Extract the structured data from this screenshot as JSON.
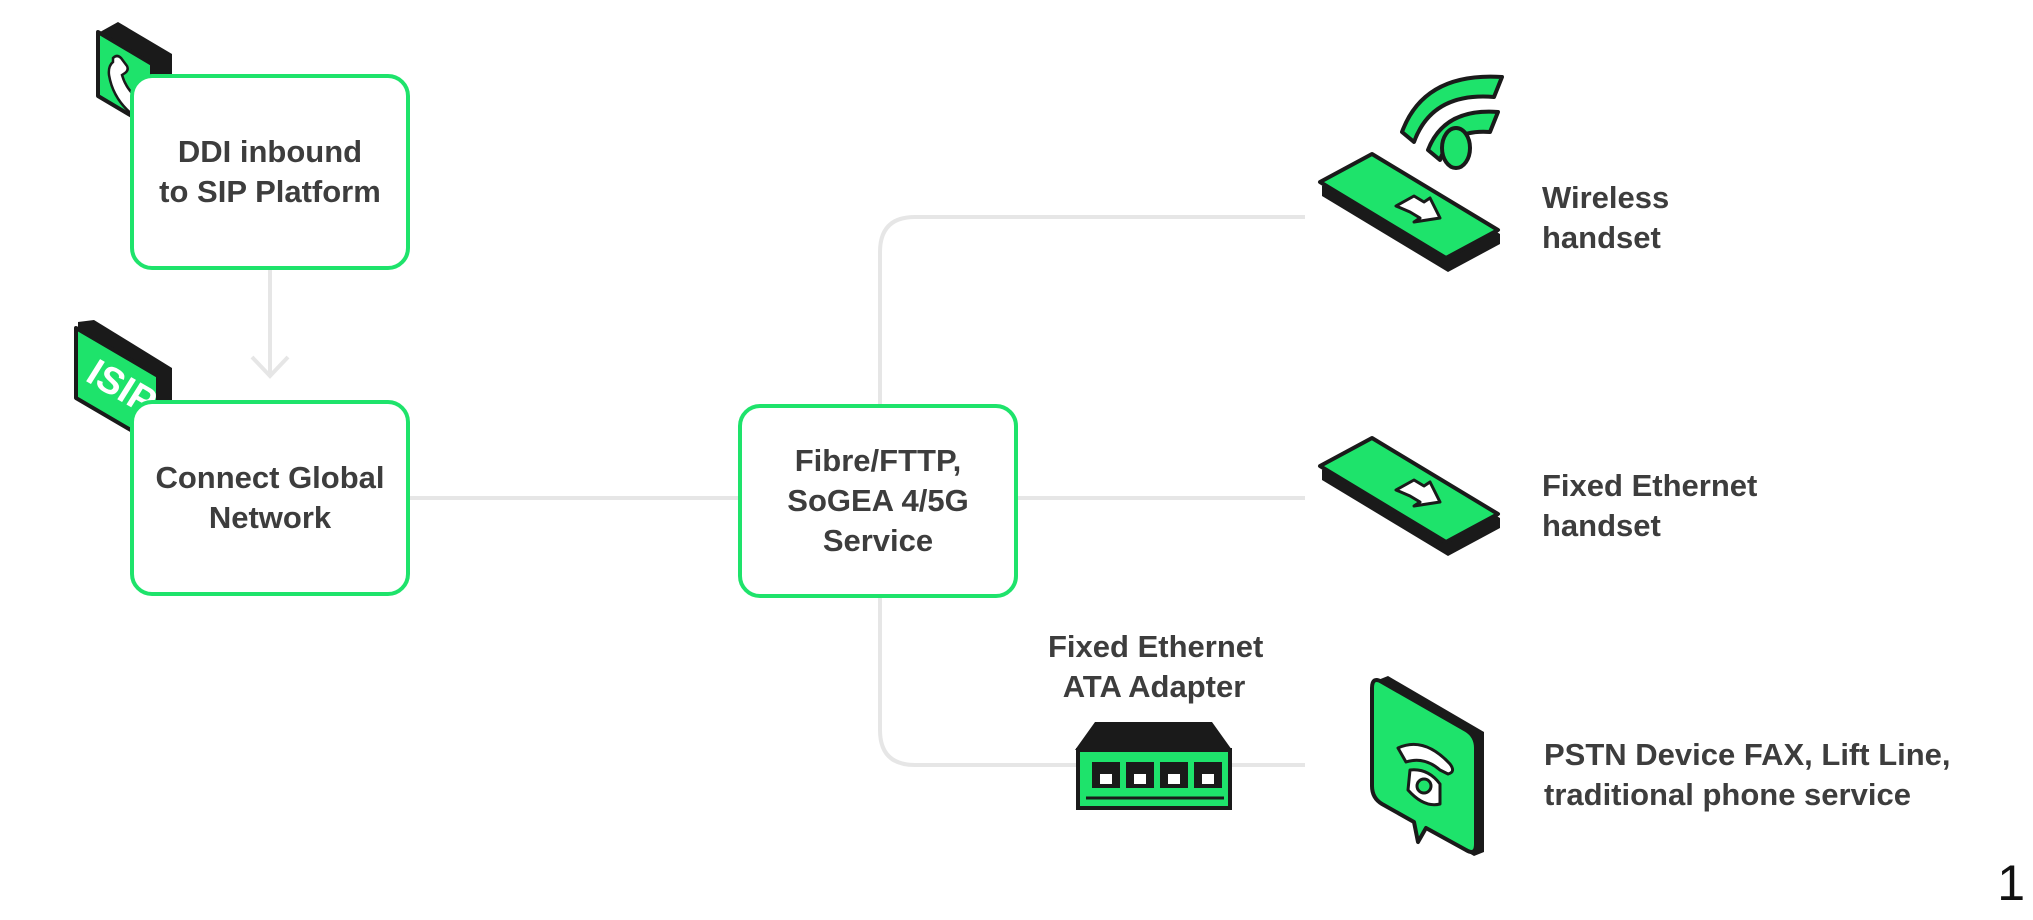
{
  "nodes": {
    "ddi": {
      "lines": [
        "DDI inbound",
        "to SIP Platform"
      ]
    },
    "connect": {
      "lines": [
        "Connect Global",
        "Network"
      ]
    },
    "fibre": {
      "lines": [
        "Fibre/FTTP,",
        "SoGEA 4/5G",
        "Service"
      ]
    }
  },
  "devices": {
    "wireless": {
      "lines": [
        "Wireless",
        "handset"
      ]
    },
    "fixed_ethernet": {
      "lines": [
        "Fixed Ethernet",
        "handset"
      ]
    },
    "ata": {
      "lines": [
        "Fixed Ethernet",
        "ATA Adapter"
      ]
    },
    "pstn": {
      "lines": [
        "PSTN Device FAX, Lift Line,",
        "traditional phone service"
      ]
    }
  },
  "badges": {
    "isip": "ISIP"
  },
  "page_number": "1",
  "colors": {
    "accent": "#1ee36b",
    "dark": "#1a1a1a",
    "connector": "#e6e6e6",
    "text": "#3d3d3d"
  },
  "icons": [
    "phone-app-icon",
    "isip-badge-icon",
    "wifi-icon",
    "wireless-handset-icon",
    "ethernet-handset-icon",
    "ata-adapter-icon",
    "pstn-phone-icon"
  ]
}
